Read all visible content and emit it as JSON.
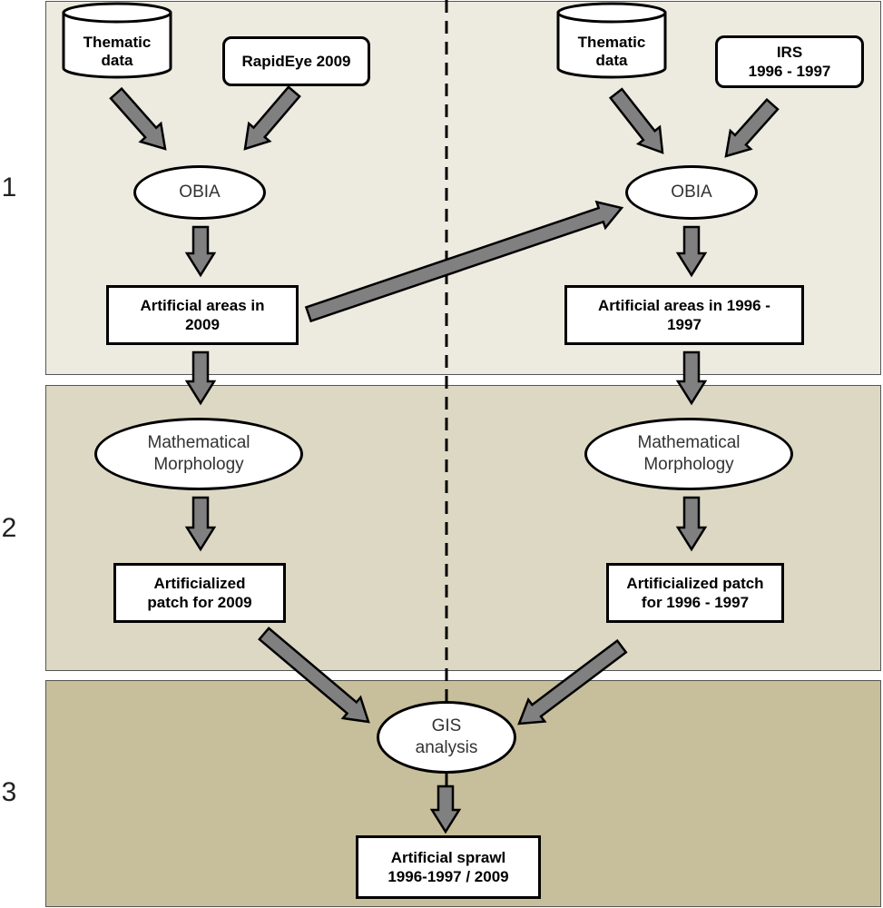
{
  "colors": {
    "stage1_fill": "#edeae0",
    "stage2_fill": "#ddd8c4",
    "stage3_fill": "#c7be9b",
    "arrow_fill": "#808080",
    "arrow_stroke": "#000000",
    "divider": "#000000"
  },
  "stages": [
    {
      "label": "1"
    },
    {
      "label": "2"
    },
    {
      "label": "3"
    }
  ],
  "left": {
    "thematic": "Thematic\ndata",
    "source": "RapidEye 2009",
    "obia": "OBIA",
    "areas": "Artificial areas in\n2009",
    "morph": "Mathematical\nMorphology",
    "patch": "Artificialized\npatch for 2009"
  },
  "right": {
    "thematic": "Thematic\ndata",
    "source": "IRS\n1996 - 1997",
    "obia": "OBIA",
    "areas": "Artificial areas in 1996 -\n1997",
    "morph": "Mathematical\nMorphology",
    "patch": "Artificialized patch\nfor 1996 - 1997"
  },
  "center": {
    "gis": "GIS\nanalysis",
    "sprawl": "Artificial sprawl\n1996-1997  / 2009"
  },
  "arrow_icon": "block-arrow-icon",
  "cylinder_icon": "database-cylinder-icon"
}
